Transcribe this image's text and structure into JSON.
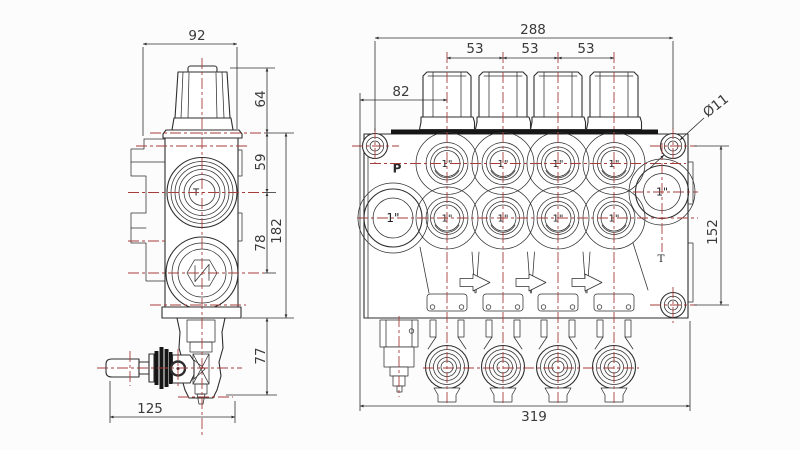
{
  "style": {
    "background": "#fcfcfc",
    "line_color": "#2e2e2e",
    "centerline_color": "#a63d3a",
    "dimension_text_color": "#3a3a3a"
  },
  "side_view": {
    "labels": {
      "t_port": "T"
    },
    "dims": {
      "width": "92",
      "knob_height": "64",
      "top_to_t_port": "59",
      "overall_height": "182",
      "t_to_n_port": "78",
      "body_to_lever_bottom": "77",
      "lever_reach": "125"
    }
  },
  "front_view": {
    "labels": {
      "pressure_port": "P",
      "tank_port": "T",
      "port_size": "1\""
    },
    "dims": {
      "overall_width": "288",
      "spool_spacing": [
        "53",
        "53",
        "53"
      ],
      "edge_to_first_spool": "82",
      "mounting_hole_diameter": "Ø11",
      "mounting_hole_spacing": "152",
      "overall_length": "319"
    }
  }
}
